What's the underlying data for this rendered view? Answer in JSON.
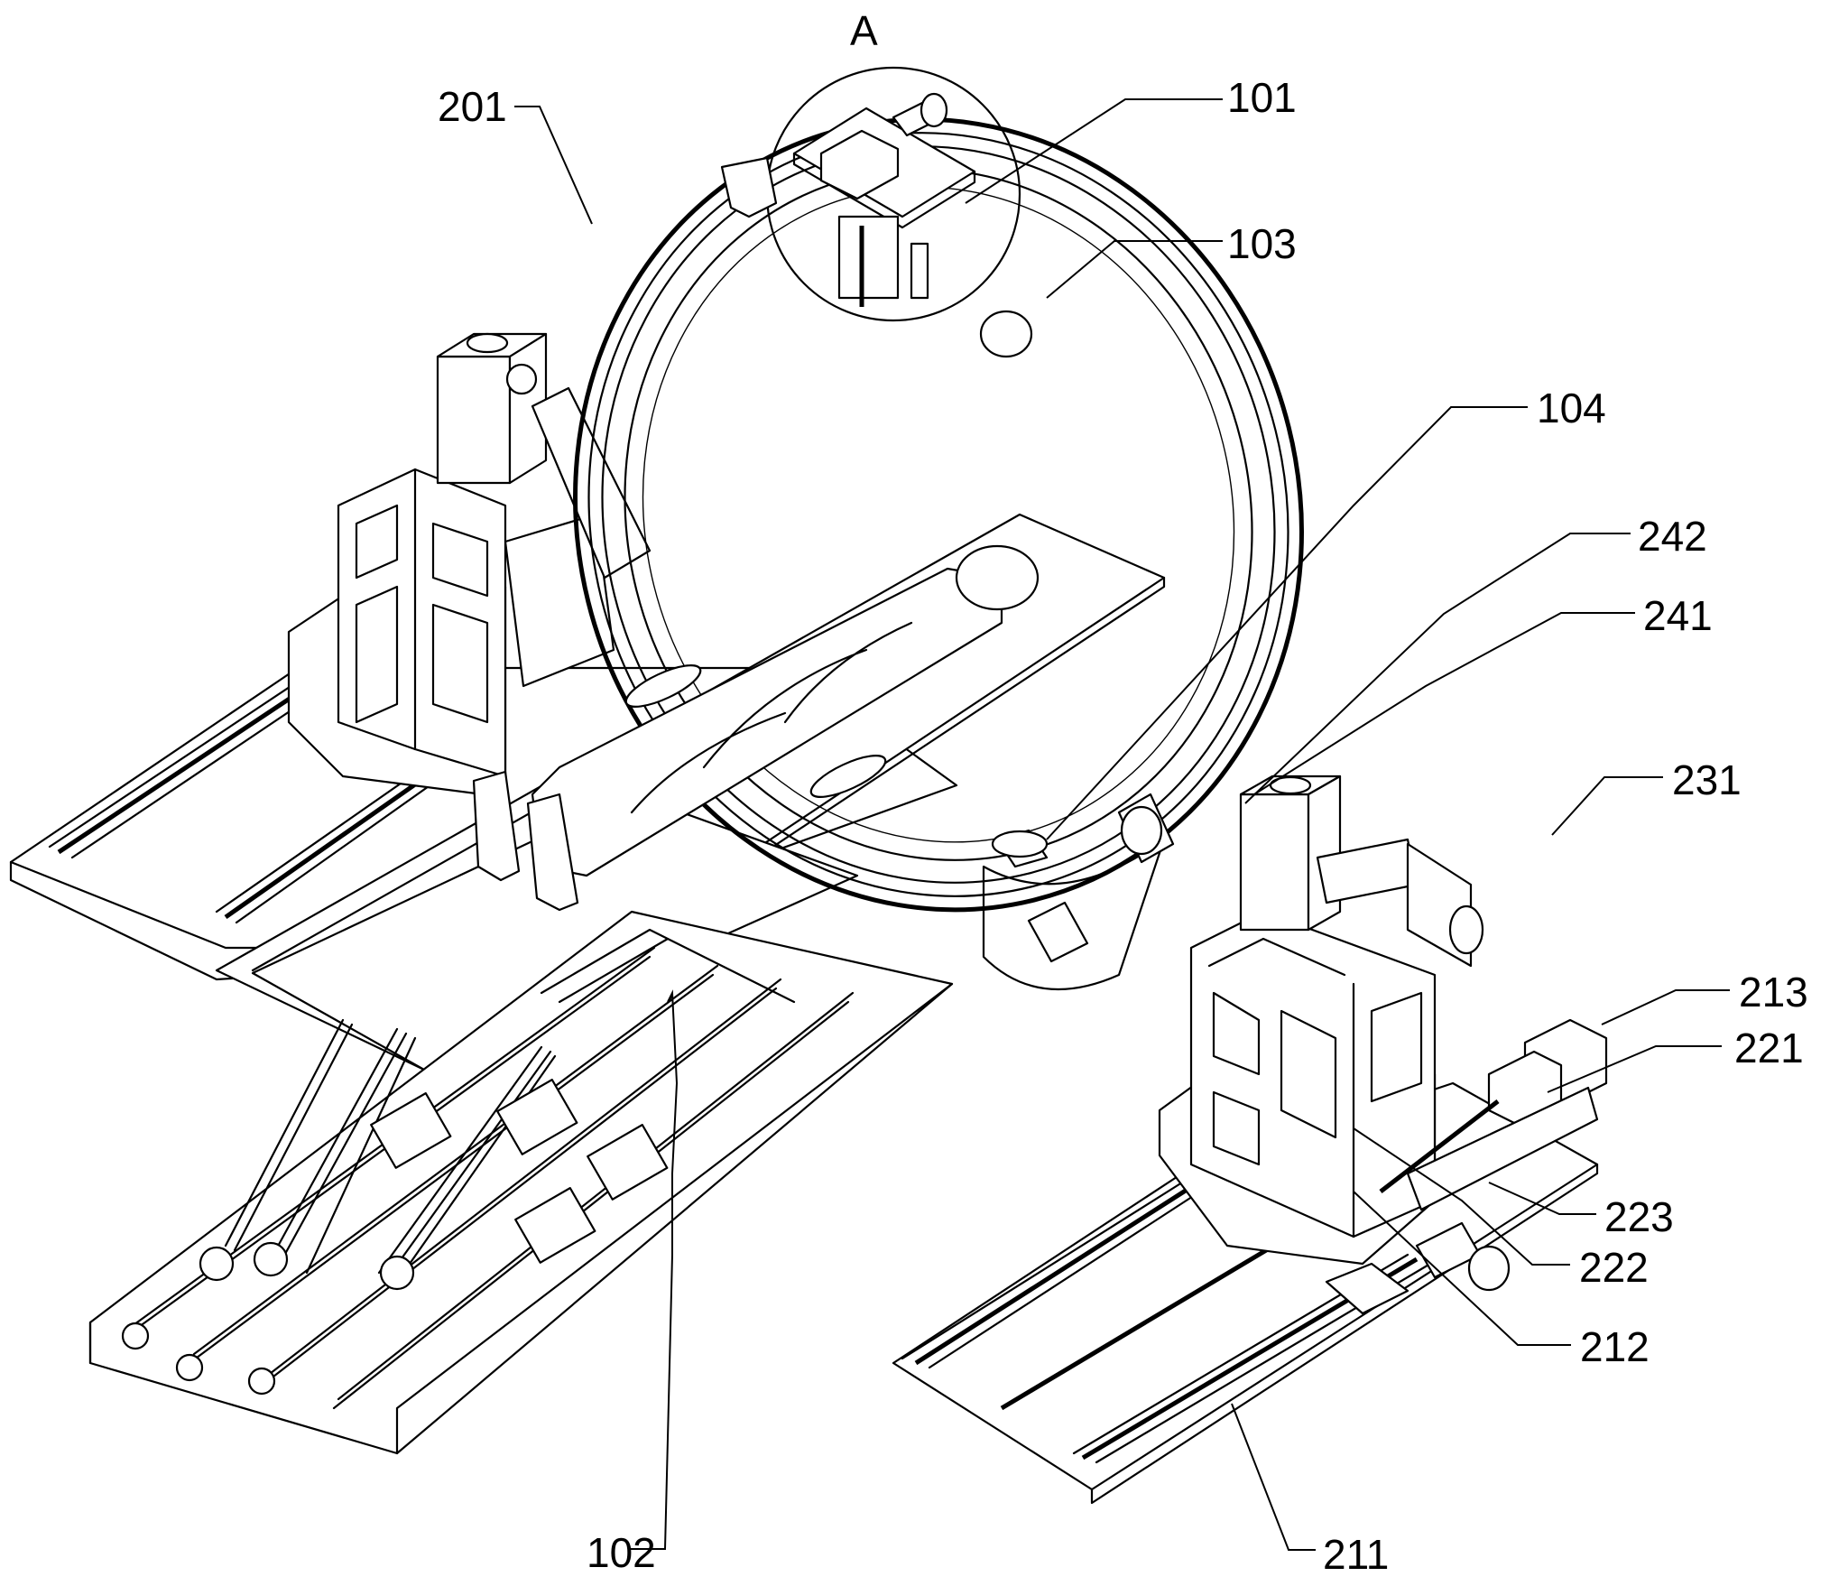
{
  "figure": {
    "background": "#ffffff",
    "ink": "#000000",
    "detail_view_label": "A",
    "reference_labels": [
      {
        "id": "201",
        "text": "201",
        "part": "ring-frame"
      },
      {
        "id": "101",
        "text": "101",
        "part": "top-module"
      },
      {
        "id": "103",
        "text": "103",
        "part": "ring-track"
      },
      {
        "id": "104",
        "text": "104",
        "part": "bottom-ring-unit"
      },
      {
        "id": "242",
        "text": "242",
        "part": "column-bracket"
      },
      {
        "id": "241",
        "text": "241",
        "part": "column-mount"
      },
      {
        "id": "231",
        "text": "231",
        "part": "horizontal-motor"
      },
      {
        "id": "213",
        "text": "213",
        "part": "lateral-motor"
      },
      {
        "id": "221",
        "text": "221",
        "part": "lead-screw-block"
      },
      {
        "id": "223",
        "text": "223",
        "part": "end-motor"
      },
      {
        "id": "222",
        "text": "222",
        "part": "slide-carriage"
      },
      {
        "id": "212",
        "text": "212",
        "part": "rail-slider"
      },
      {
        "id": "211",
        "text": "211",
        "part": "base-rail"
      },
      {
        "id": "102",
        "text": "102",
        "part": "table-plate"
      }
    ]
  }
}
